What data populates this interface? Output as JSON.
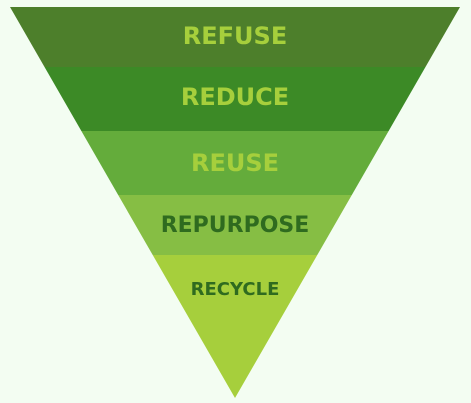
{
  "background_color": "#f3fdf2",
  "tiers": [
    {
      "label": "REFUSE",
      "fill": "#4d7f2b",
      "text_color": "#a6cf3c"
    },
    {
      "label": "REDUCE",
      "fill": "#3c8a26",
      "text_color": "#a6cf3c"
    },
    {
      "label": "REUSE",
      "fill": "#64ac3b",
      "text_color": "#a6cf3c"
    },
    {
      "label": "REPURPOSE",
      "fill": "#86be44",
      "text_color": "#2f6b1f"
    },
    {
      "label": "RECYCLE",
      "fill": "#a6cf3c",
      "text_color": "#2f6b1f"
    }
  ]
}
